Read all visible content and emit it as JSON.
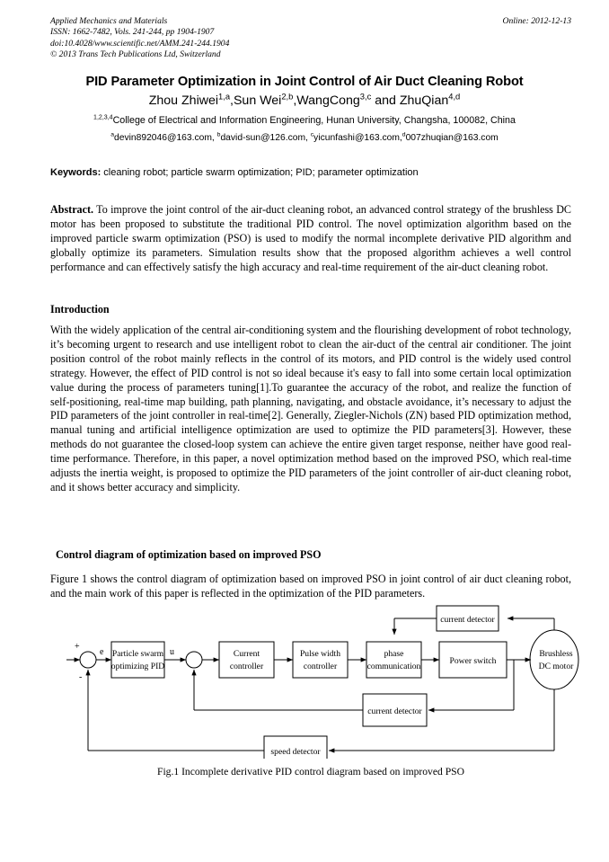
{
  "runhead": {
    "journal": "Applied Mechanics and Materials",
    "online": "Online: 2012-12-13",
    "issn": "ISSN: 1662-7482, Vols. 241-244, pp 1904-1907",
    "doi": "doi:10.4028/www.scientific.net/AMM.241-244.1904",
    "copyright": "© 2013 Trans Tech Publications Ltd, Switzerland"
  },
  "title": "PID Parameter Optimization in Joint Control of Air Duct Cleaning Robot",
  "authors": {
    "a1_name": "Zhou Zhiwei",
    "a1_sup": "1,a",
    "a2_name": ",Sun Wei",
    "a2_sup": "2,b",
    "a3_name": ",WangCong",
    "a3_sup": "3,c",
    "a4_conj": " and ZhuQian",
    "a4_sup": "4,d"
  },
  "affiliation": {
    "sup": "1,2,3,4",
    "text": "College of Electrical and Information Engineering, Hunan University, Changsha, 100082, China"
  },
  "emails": {
    "e1_sup": "a",
    "e1": "devin892046@163.com, ",
    "e2_sup": "b",
    "e2": "david-sun@126.com, ",
    "e3_sup": "c",
    "e3": "yicunfashi@163.com,",
    "e4_sup": "d",
    "e4": "007zhuqian@163.com"
  },
  "keywords": {
    "label": "Keywords:",
    "text": " cleaning robot; particle swarm optimization; PID; parameter optimization"
  },
  "abstract": {
    "label": "Abstract.",
    "text": " To improve the joint control of the air-duct cleaning robot, an advanced control strategy of the brushless DC motor has been proposed to substitute the traditional PID control. The novel optimization algorithm based on the improved particle swarm optimization (PSO) is used to modify the normal incomplete derivative PID algorithm and globally optimize its parameters. Simulation results show that the proposed algorithm achieves a well control performance and can effectively satisfy the high accuracy and real-time requirement of the air-duct cleaning robot."
  },
  "sections": {
    "introduction_heading": "Introduction",
    "introduction_text": "With the widely application of the central air-conditioning system and the flourishing development of robot technology, it’s becoming urgent to research and use intelligent robot to clean the air-duct of the central air conditioner. The joint position control of the robot mainly reflects in the control of its motors, and PID control is the widely used control strategy. However, the effect of PID control is not so ideal because it's easy to fall into some certain local optimization value during the process of parameters tuning[1].To guarantee the accuracy of the robot, and realize the function of self-positioning, real-time map building, path planning, navigating, and obstacle avoidance, it’s necessary to adjust the PID parameters of the joint controller in real-time[2]. Generally, Ziegler-Nichols (ZN) based PID optimization method, manual tuning and artificial intelligence optimization are used to optimize the PID parameters[3]. However, these methods do not guarantee the closed-loop system can achieve the entire given target response, neither have good real-time performance. Therefore, in this paper, a novel optimization method based on the improved PSO, which real-time adjusts the inertia weight, is proposed to optimize the PID parameters of the joint controller of air-duct cleaning robot, and it shows better accuracy and simplicity.",
    "control_heading": "Control diagram of optimization based on improved PSO",
    "control_text": "Figure 1 shows the control diagram of optimization based on improved PSO in joint control of air duct cleaning robot, and the main work of this paper is reflected in the optimization of the PID parameters."
  },
  "figure": {
    "caption": "Fig.1 Incomplete derivative PID control diagram based on improved PSO",
    "blocks": {
      "pid_line1": "Particle swarm",
      "pid_line2": "optimizing PID",
      "current_controller_line1": "Current",
      "current_controller_line2": "controller",
      "pulse_width_line1": "Pulse width",
      "pulse_width_line2": "controller",
      "phase_line1": "phase",
      "phase_line2": "communication",
      "power_switch": "Power switch",
      "motor_line1": "Brushless",
      "motor_line2": "DC motor",
      "current_detector_top": "current detector",
      "current_detector_mid": "current detector",
      "speed_detector": "speed detector"
    },
    "signals": {
      "plus": "+",
      "minus": "-",
      "error": "e",
      "control": "u"
    }
  },
  "colors": {
    "page_background": "#ffffff",
    "text": "#000000",
    "diagram_stroke": "#000000"
  }
}
